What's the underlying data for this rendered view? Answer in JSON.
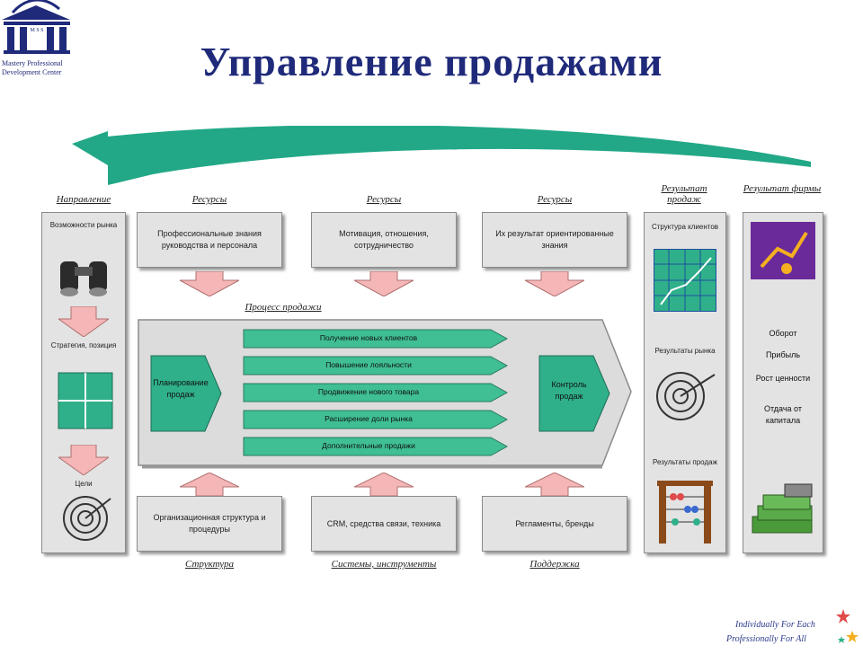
{
  "title": "Управление продажами",
  "logo": {
    "letters": "M S S",
    "line1": "Mastery Professional",
    "line2": "Development Center"
  },
  "columns_top": {
    "direction": "Направление",
    "resources1": "Ресурсы",
    "resources2": "Ресурсы",
    "resources3": "Ресурсы",
    "result_sales": "Результат продаж",
    "result_firm": "Результат фирмы"
  },
  "resources": [
    "Профессиональные знания руководства и персонала",
    "Мотивация, отношения, сотрудничество",
    "Их результат ориентированные знания"
  ],
  "direction_col": {
    "item1": "Возможности рынка",
    "item2": "Стратегия, позиция",
    "item3": "Цели"
  },
  "process": {
    "label": "Процесс продажи",
    "left": "Планирование продаж",
    "right": "Контроль продаж",
    "bars": [
      "Получение новых клиентов",
      "Повышение лояльности",
      "Продвижение нового товара",
      "Расширение доли рынка",
      "Дополнительные продажи"
    ]
  },
  "support": [
    "Организационная структура и процедуры",
    "CRM, средства связи, техника",
    "Регламенты, бренды"
  ],
  "bottom_labels": {
    "structure": "Структура",
    "systems": "Системы, инструменты",
    "support": "Поддержка"
  },
  "result_sales_col": {
    "item1": "Структура клиентов",
    "item2": "Результаты рынка",
    "item3": "Результаты продаж"
  },
  "result_firm_col": {
    "item1": "Оборот",
    "item2": "Прибыль",
    "item3": "Рост ценности",
    "item4": "Отдача от капитала"
  },
  "footer": {
    "line1": "Individually For Each",
    "line2": "Professionally For All"
  },
  "colors": {
    "accent_green": "#2fb08a",
    "title_blue": "#1f2a7a",
    "arrow_pink": "#f4b6b6",
    "box_grey": "#e3e3e3"
  }
}
